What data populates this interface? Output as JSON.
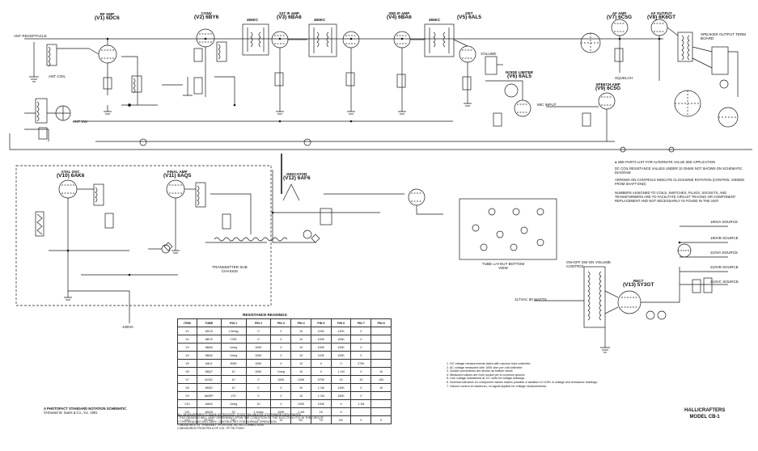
{
  "tubes": [
    {
      "id": "V1",
      "function": "RF AMP",
      "type": "6DC6"
    },
    {
      "id": "V2",
      "function": "CONV",
      "type": "6BY6"
    },
    {
      "id": "V3",
      "function": "1ST IF AMP",
      "type": "6BA6"
    },
    {
      "id": "V4",
      "function": "2ND IF AMP",
      "type": "6BA6"
    },
    {
      "id": "V5",
      "function": "DET",
      "type": "6AL5"
    },
    {
      "id": "V6",
      "function": "NOISE LIMITER",
      "type": "6AL5"
    },
    {
      "id": "V7",
      "function": "AF AMP",
      "type": "6C5G"
    },
    {
      "id": "V8",
      "function": "AF OUTPUT",
      "type": "6K6GT"
    },
    {
      "id": "V9",
      "function": "SPEECH AMP",
      "type": "6C5G"
    },
    {
      "id": "V10",
      "function": "XTAL OSC",
      "type": "6AK6"
    },
    {
      "id": "V11",
      "function": "FINAL AMP",
      "type": "6AQ5"
    },
    {
      "id": "V12",
      "function": "INDICATOR",
      "type": "6AF6"
    },
    {
      "id": "V13",
      "function": "RECT",
      "type": "5Y3GT"
    }
  ],
  "labels": {
    "ant_receptacle": "ANT RECEPTACLE",
    "ant_coil": "ANT COIL",
    "ant_switch": "ANT SW",
    "mech_filters": [
      "455KC",
      "455KC",
      "455KC"
    ],
    "volume": "VOLUME",
    "squelch": "SQUELCH",
    "mic_input": "MIC INPUT",
    "speaker_output": "SPEAKER OUTPUT TERM BOARD",
    "transmitter_chassis": "TRANSMITTER SUB CHASSIS",
    "tube_layout": "TUBE LAYOUT BOTTOM VIEW",
    "on_off": "ON-OFF SW ON VOLUME CONTROL",
    "line_voltage": "117VAC 60 WATTS",
    "bias_voltage": "-190VA"
  },
  "notes_right": [
    "● SEE PARTS LIST FOR ALTERNATE VALUE SEE APPLICATION",
    "DC COIL RESISTANCE VALUES UNDER 10 OHMS NOT SHOWN ON SCHEMATIC DIAGRAM",
    "ARROWS ON CONTROLS INDICATE CLOCKWISE ROTATION (CONTROL VIEWED FROM SHAFT END)",
    "NUMBERS ASSIGNED TO COILS, SWITCHES, PLUGS, SOCKETS, AND TRANSFORMERS ARE TO FACILITATE CIRCUIT TRACING OR COMPONENT REPLACEMENT AND NOT NECESSARILY IN FOUND IN THE UNIT."
  ],
  "supply_taps": [
    "190VA SOURCE",
    "190VB SOURCE",
    "210VA SOURCE",
    "210VB SOURCE",
    "210VC SOURCE"
  ],
  "measurement_notes": [
    "1. DC voltage measurements taken with vacuum tube voltmeter.",
    "2. AC voltage measured with 1000 ohm per volt voltmeter.",
    "3. Socket connections are shown as bottom views.",
    "4. Measured values are from socket pin to common ground.",
    "5. Line voltage maintained at 117 volts for voltage readings.",
    "6. Nominal tolerance on component values makes possible a variation of ±15% in voltage and resistance readings.",
    "7. Volume control at maximum, no signal applied for voltage measurements."
  ],
  "resistance_table": {
    "title": "RESISTANCE READINGS",
    "headers": [
      "ITEM",
      "TUBE",
      "PIN 1",
      "PIN 2",
      "PIN 3",
      "PIN 4",
      "PIN 5",
      "PIN 6",
      "PIN 7",
      "PIN 8"
    ],
    "rows": [
      [
        "V1",
        "6DC6",
        "1.5meg",
        "0",
        "0",
        "10",
        "115K",
        "110K",
        "0",
        ""
      ],
      [
        "V2",
        "6BY6",
        "270K",
        "0",
        "0",
        "10",
        "100K",
        "100K",
        "0",
        ""
      ],
      [
        "V3",
        "6BA6",
        "1meg",
        "100K",
        "0",
        "10",
        "100K",
        "100K",
        "0",
        ""
      ],
      [
        "V4",
        "6BA6",
        "1meg",
        "100K",
        "0",
        "10",
        "110K",
        "100K",
        "0",
        ""
      ],
      [
        "V5",
        "6AL5",
        "300K",
        "100K",
        "0",
        "10",
        "0",
        "0",
        "270K",
        ""
      ],
      [
        "V6",
        "6BQ7",
        "10",
        "100K",
        "1meg",
        "10",
        "0",
        "1.1M",
        "0",
        "10"
      ],
      [
        "V7",
        "6C5G",
        "10",
        "0",
        "100K",
        "130K",
        "470K",
        "10",
        "10",
        "100"
      ],
      [
        "V8",
        "6K6G",
        "10",
        "0",
        "0",
        "10",
        "1.1M",
        "110K",
        "0",
        "10"
      ],
      [
        "V9",
        "6A05P",
        "270",
        "0",
        "0",
        "10",
        "1.1M",
        "180K",
        "0",
        ""
      ],
      [
        "V10",
        "6AK6",
        "1meg",
        "10",
        "0",
        "100K",
        "100K",
        "0",
        "1.1M",
        ""
      ],
      [
        "V11",
        "6AQ5",
        "20",
        "1.1meg",
        "100K",
        "1.1M",
        "1K",
        "0",
        "",
        ""
      ],
      [
        "V12",
        "5Y3GT",
        "NC",
        "0",
        "10",
        "NC",
        "10",
        "NC",
        "0",
        "0"
      ]
    ]
  },
  "table_footnotes": [
    "ALL MEASUREMENTS MADE IN \"RECEIVE\" POSITION UNLESS OTHERWISE DESIGNATED.",
    "* THIS READING WILL VARY DEPENDING UPON THE CONDITION OF THE ELECTROLYTIC IN THE CIRCUIT.",
    "** THIS READING WILL VARY. CONTROL SET FOR NORMAL OPERATION.",
    "† MEASURED IN \"TRANSMIT\" POSITION.    NC  NO CONNECTION",
    "‡ MEASURED FROM PIN 8 OF V13.    TP  TIE POINT"
  ],
  "credit": {
    "line1": "A PHOTOFACT STANDARD NOTATION SCHEMATIC",
    "line2": "©Howard W. Sams & Co., Inc. 1961"
  },
  "brand": {
    "line1": "HALLICRAFTERS",
    "line2": "MODEL CB-1"
  }
}
